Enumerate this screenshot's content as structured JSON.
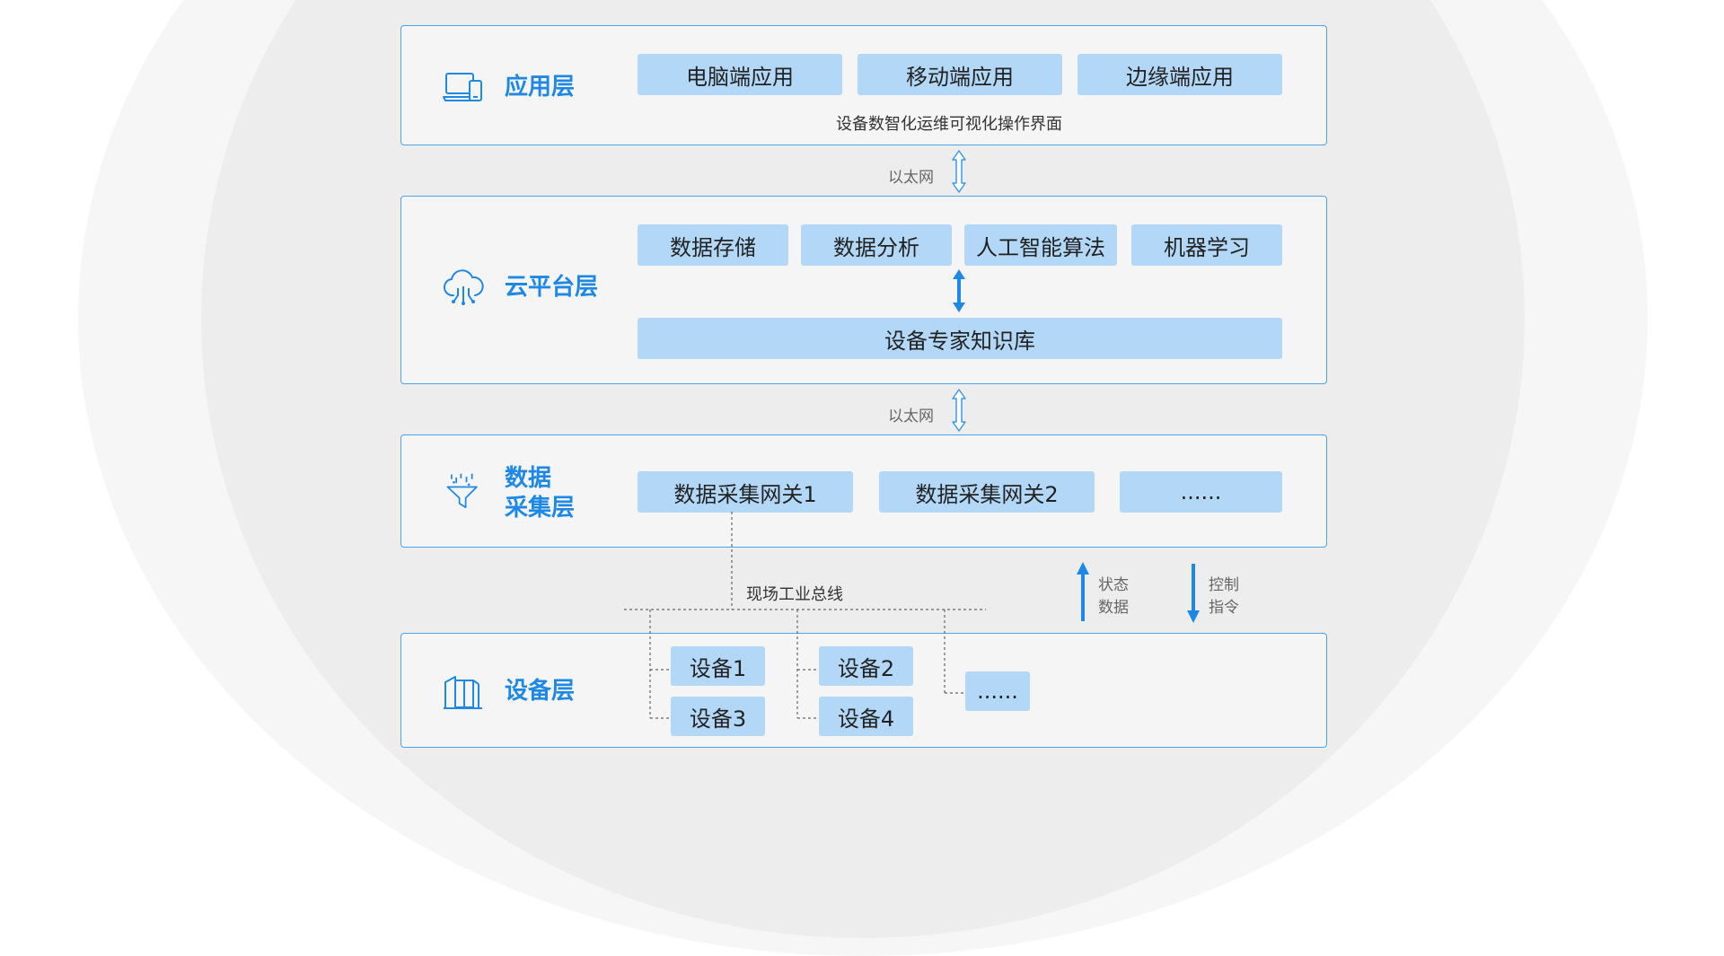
{
  "application_layer": {
    "title": "应用层",
    "items": [
      "电脑端应用",
      "移动端应用",
      "边缘端应用"
    ],
    "caption": "设备数智化运维可视化操作界面"
  },
  "link_1": {
    "label": "以太网"
  },
  "cloud_layer": {
    "title": "云平台层",
    "items": [
      "数据存储",
      "数据分析",
      "人工智能算法",
      "机器学习"
    ],
    "knowledge_base": "设备专家知识库"
  },
  "link_2": {
    "label": "以太网"
  },
  "acquisition_layer": {
    "title_line1": "数据",
    "title_line2": "采集层",
    "items": [
      "数据采集网关1",
      "数据采集网关2",
      "......"
    ]
  },
  "bus": {
    "label": "现场工业总线"
  },
  "status_arrow": {
    "line1": "状态",
    "line2": "数据"
  },
  "control_arrow": {
    "line1": "控制",
    "line2": "指令"
  },
  "device_layer": {
    "title": "设备层",
    "items": [
      "设备1",
      "设备2",
      "设备3",
      "设备4",
      "......"
    ]
  },
  "colors": {
    "accent": "#1e88e5",
    "border": "#4aa3e8",
    "pill": "#b3d8f7",
    "panel": "#f5f5f5"
  }
}
